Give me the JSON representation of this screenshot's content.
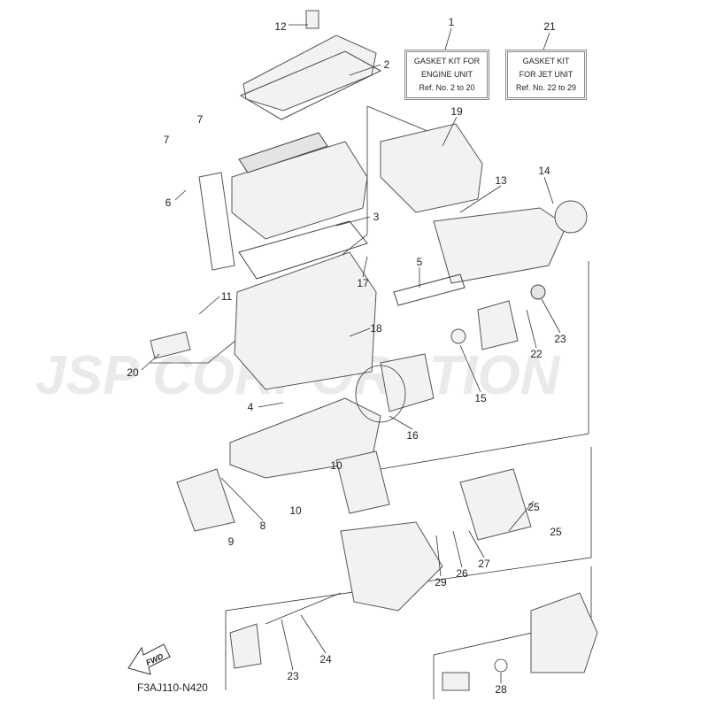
{
  "diagram_code": "F3AJ110-N420",
  "watermark": "JSP CORPORATION",
  "fwd_label": "FWD",
  "kits": [
    {
      "ref": "1",
      "lines": [
        "GASKET KIT FOR",
        "ENGINE UNIT",
        "Ref. No. 2 to 20"
      ]
    },
    {
      "ref": "21",
      "lines": [
        "GASKET KIT",
        "FOR JET UNIT",
        "Ref. No. 22 to 29"
      ]
    }
  ],
  "callouts": [
    "12",
    "2",
    "7",
    "7",
    "19",
    "6",
    "13",
    "14",
    "3",
    "17",
    "5",
    "11",
    "18",
    "20",
    "22",
    "23",
    "15",
    "4",
    "16",
    "10",
    "10",
    "8",
    "9",
    "25",
    "25",
    "27",
    "26",
    "29",
    "24",
    "23",
    "28"
  ]
}
